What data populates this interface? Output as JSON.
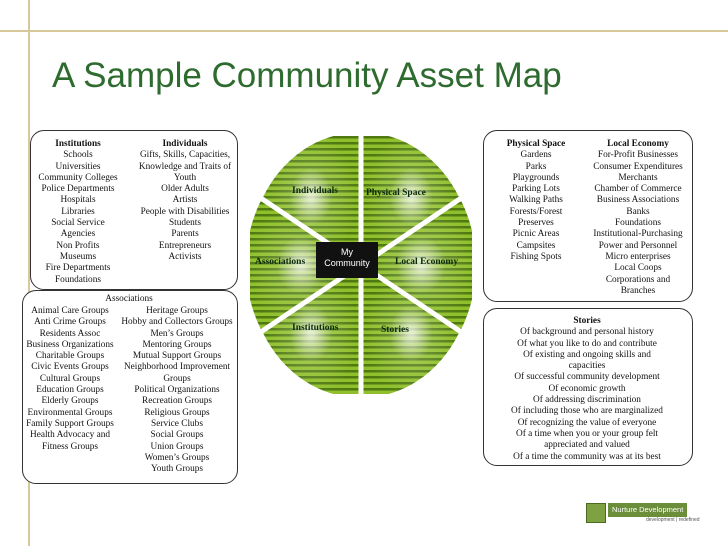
{
  "title": "A Sample Community Asset Map",
  "institutions": {
    "heading": "Institutions",
    "items": [
      "Schools",
      "Universities",
      "Community Colleges",
      "Police Departments",
      "Hospitals",
      "Libraries",
      "Social Service",
      "Agencies",
      "Non Profits",
      "Museums",
      "Fire Departments",
      "Foundations"
    ]
  },
  "individuals": {
    "heading": "Individuals",
    "items": [
      "Gifts, Skills, Capacities,",
      "Knowledge and Traits of",
      "Youth",
      "Older Adults",
      "Artists",
      "People with Disabilities",
      "Students",
      "Parents",
      "Entrepreneurs",
      "Activists"
    ]
  },
  "associations": {
    "heading": "Associations",
    "left": [
      "Animal Care Groups",
      "Anti Crime Groups",
      "Residents Assoc",
      "Business Organizations",
      "Charitable Groups",
      "Civic Events Groups",
      "Cultural Groups",
      "Education Groups",
      "Elderly Groups",
      "Environmental Groups",
      "Family Support Groups",
      "Health Advocacy and",
      "Fitness Groups"
    ],
    "right": [
      "Heritage Groups",
      "Hobby and Collectors Groups",
      "Men’s Groups",
      "Mentoring Groups",
      "Mutual Support Groups",
      "Neighborhood Improvement",
      "Groups",
      "Political Organizations",
      "Recreation Groups",
      "Religious Groups",
      "Service Clubs",
      "Social Groups",
      "Union Groups",
      "Women’s Groups",
      "Youth Groups"
    ]
  },
  "physical_space": {
    "heading": "Physical Space",
    "items": [
      "Gardens",
      "Parks",
      "Playgrounds",
      "Parking Lots",
      "Walking Paths",
      "Forests/Forest",
      "Preserves",
      "Picnic Areas",
      "Campsites",
      "Fishing Spots"
    ]
  },
  "local_economy": {
    "heading": "Local Economy",
    "items": [
      "For-Profit Businesses",
      "Consumer Expenditures",
      "Merchants",
      "Chamber of Commerce",
      "Business Associations",
      "Banks",
      "Foundations",
      "Institutional-Purchasing",
      "Power and Personnel",
      "Micro enterprises",
      "Local Coops",
      "Corporations and",
      "Branches"
    ]
  },
  "stories": {
    "heading": "Stories",
    "items": [
      "Of background and personal history",
      "Of what you like to do and contribute",
      "Of existing and ongoing skills and",
      "capacities",
      "Of successful community development",
      "Of economic growth",
      "Of addressing discrimination",
      "Of including those who are marginalized",
      "Of recognizing the value of everyone",
      "Of a time when you or your group felt",
      "appreciated and valued",
      "Of a time the community was at its best"
    ]
  },
  "wheel": {
    "center_line1": "My",
    "center_line2": "Community",
    "segments": {
      "individuals": "Individuals",
      "physical_space": "Physical Space",
      "associations": "Associations",
      "local_economy": "Local Economy",
      "institutions": "Institutions",
      "stories": "Stories"
    },
    "colors": {
      "dark": "#4f7a12",
      "mid": "#8fbf2a",
      "light": "#e3f3c0"
    }
  },
  "logo": {
    "name": "Nurture Development",
    "tagline": "development | redefined"
  }
}
